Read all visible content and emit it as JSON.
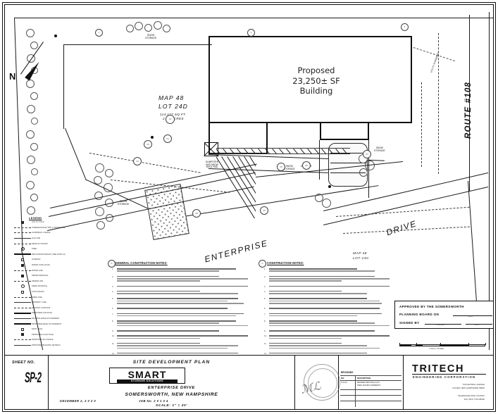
{
  "sheet": {
    "drawing_type": "Site Development Plan",
    "north_letter": "N"
  },
  "map": {
    "building": {
      "line1": "Proposed",
      "line2": "23,250± SF",
      "line3": "Building"
    },
    "parcel_main": {
      "map": "MAP 48",
      "lot": "LOT 24D",
      "area_sf": "114,127 SQ.FT.",
      "area_acres": "2.62 ACRES"
    },
    "parcel_south": {
      "map": "MAP 48",
      "lot": "LOT 24C"
    },
    "street_labels": {
      "route": "ROUTE #108",
      "enterprise": "ENTERPRISE",
      "drive": "DRIVE"
    },
    "site_callouts": [
      {
        "id": "snow-storage-north",
        "text": "SNOW\nSTORAGE"
      },
      {
        "id": "snow-storage-west",
        "text": "SNOW\nSTORAGE"
      },
      {
        "id": "snow-storage-mid",
        "text": "SNOW\nSTORAGE"
      },
      {
        "id": "snow-storage-east",
        "text": "SNOW\nSTORAGE"
      },
      {
        "id": "dumpster-pad",
        "text": "DUMPSTER\nAND SNOW\nRACK PAD"
      }
    ]
  },
  "legend": {
    "title": "LEGEND",
    "rows": [
      {
        "symbol": "solid-square",
        "label": "UTILITY POLE"
      },
      {
        "symbol": "dash-line",
        "label": "OVERHEAD ELECTRIC & TELEPHONE"
      },
      {
        "symbol": "tick-line",
        "label": "GUARDRAIL / FENCE"
      },
      {
        "symbol": "line",
        "label": "GAS LINE"
      },
      {
        "symbol": "wavy-line",
        "label": "EDGE OF WOODS"
      },
      {
        "symbol": "circle",
        "label": "TREE"
      },
      {
        "symbol": "heavy-dash",
        "label": "WETLAND BOUNDARY (SEE NOTE 13)"
      },
      {
        "symbol": "hydrant",
        "label": "HYDRANT"
      },
      {
        "symbol": "solid-square",
        "label": "WATER GATE VALVE"
      },
      {
        "symbol": "dash-line",
        "label": "WATER LINE"
      },
      {
        "symbol": "solid-square",
        "label": "SEWER MANHOLE"
      },
      {
        "symbol": "dash-line",
        "label": "SEWER LINE"
      },
      {
        "symbol": "circle",
        "label": "DRAIN MANHOLE"
      },
      {
        "symbol": "sq-open",
        "label": "CATCH BASIN"
      },
      {
        "symbol": "dash-line",
        "label": "DRAIN LINE"
      },
      {
        "symbol": "line",
        "label": "PROPERTY LINE"
      },
      {
        "symbol": "dash-line",
        "label": "EXISTING CONTOUR"
      },
      {
        "symbol": "heavy-line",
        "label": "PROPOSED CONTOUR"
      },
      {
        "symbol": "line",
        "label": "EXISTING EDGE OF PAVEMENT"
      },
      {
        "symbol": "heavy-line",
        "label": "PROPOSED EDGE OF PAVEMENT"
      },
      {
        "symbol": "sq-open",
        "label": "EXIST. SIGN"
      },
      {
        "symbol": "solid-square",
        "label": "PROPOSED LIGHT POLE"
      },
      {
        "symbol": "dash-line",
        "label": "PROPOSED SILT FENCE"
      },
      {
        "symbol": "line",
        "label": "PROPOSED BUILDING SETBACK"
      }
    ]
  },
  "notes": {
    "general_heading": "GENERAL CONSTRUCTION NOTES:",
    "construction_heading": "CONSTRUCTION NOTES:",
    "general_count": 18,
    "construction_count": 17
  },
  "approval": {
    "line1": "APPROVED BY THE SOMERSWORTH",
    "line2": "PLANNING BOARD ON",
    "line3": "SIGNED BY",
    "cap_date": "DATE",
    "cap_sign": "CHAIRMAN",
    "cap_date2": "DATE"
  },
  "graphic_scale": {
    "caption": "1 INCH = 20 FEET",
    "ticks": [
      "20",
      "0",
      "20",
      "40",
      "60"
    ]
  },
  "titleblock": {
    "sheet_no_label": "SHEET NO.",
    "sheet_no_value": "SP-2",
    "plan_title": "SITE DEVELOPMENT PLAN",
    "logo_word": "SMART",
    "logo_sub": "STORAGE SOLUTIONS",
    "street": "ENTERPRISE DRIVE",
    "city_state": "SOMERSWORTH, NEW HAMPSHIRE",
    "date": "DECEMBER 2, 2 0 2 0",
    "job_no": "JOB No. 2 0 1 3 4",
    "scale": "SCALE: 1\" = 20'"
  },
  "revisions": {
    "title": "REVISIONS",
    "col_no": "NO.",
    "col_desc": "DESCRIPTION",
    "rows": [
      {
        "no": "1",
        "date": "2-11-21",
        "desc": "REVISED PER SITE & 2nd\nPREV. BOARD COMMENTS"
      }
    ]
  },
  "engineer": {
    "name": "TRITECH",
    "subtitle": "ENGINEERING CORPORATION",
    "address_line1": "709 CENTRAL AVENUE",
    "address_line2": "DOVER, NEW HAMPSHIRE 03820",
    "address_line3": "TELEPHONE (603) 742-5507",
    "address_line4": "FAX (603) 7749-08400"
  },
  "colors": {
    "ink": "#1b1b1b",
    "paper": "#ffffff",
    "light_ink": "#6e6e6e"
  }
}
